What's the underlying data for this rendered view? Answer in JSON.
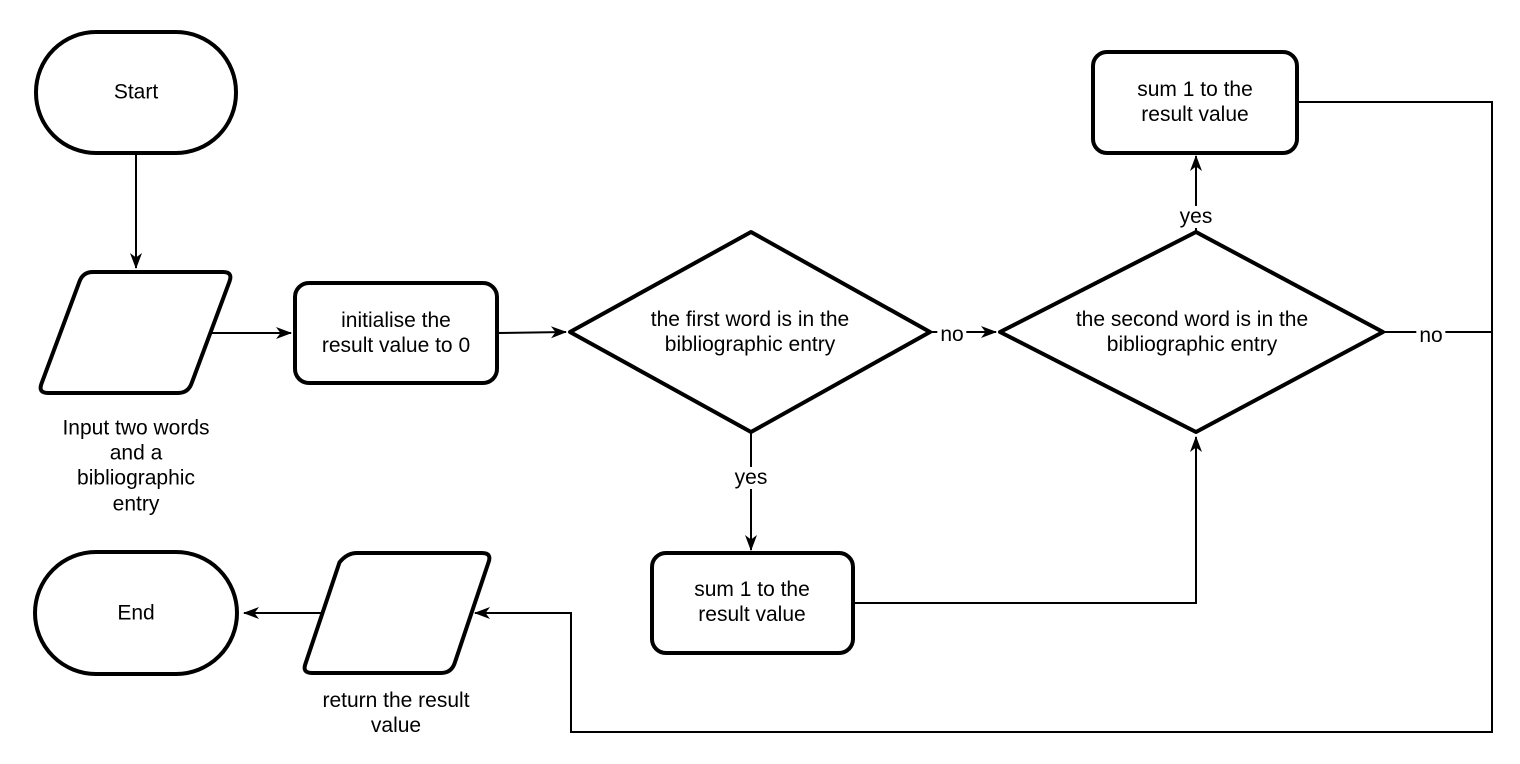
{
  "diagram": {
    "colors": {
      "background": "#ffffff",
      "stroke": "#000000",
      "text": "#000000"
    },
    "nodes": {
      "start": {
        "shape": "terminator",
        "label": "Start"
      },
      "input": {
        "shape": "parallelogram",
        "label": "Input two words\nand a\nbibliographic\nentry"
      },
      "initialise": {
        "shape": "process",
        "label": "initialise the\nresult value to 0"
      },
      "first_decision": {
        "shape": "decision",
        "label": "the first word is in the\nbibliographic entry"
      },
      "sum_bottom": {
        "shape": "process",
        "label": "sum 1 to the\nresult value"
      },
      "second_decision": {
        "shape": "decision",
        "label": "the second word is in the\nbibliographic entry"
      },
      "sum_top": {
        "shape": "process",
        "label": "sum 1 to the\nresult value"
      },
      "return": {
        "shape": "parallelogram",
        "label": "return the result\nvalue"
      },
      "end": {
        "shape": "terminator",
        "label": "End"
      }
    },
    "edge_labels": {
      "first_yes": "yes",
      "first_no": "no",
      "second_yes": "yes",
      "second_no": "no"
    }
  }
}
